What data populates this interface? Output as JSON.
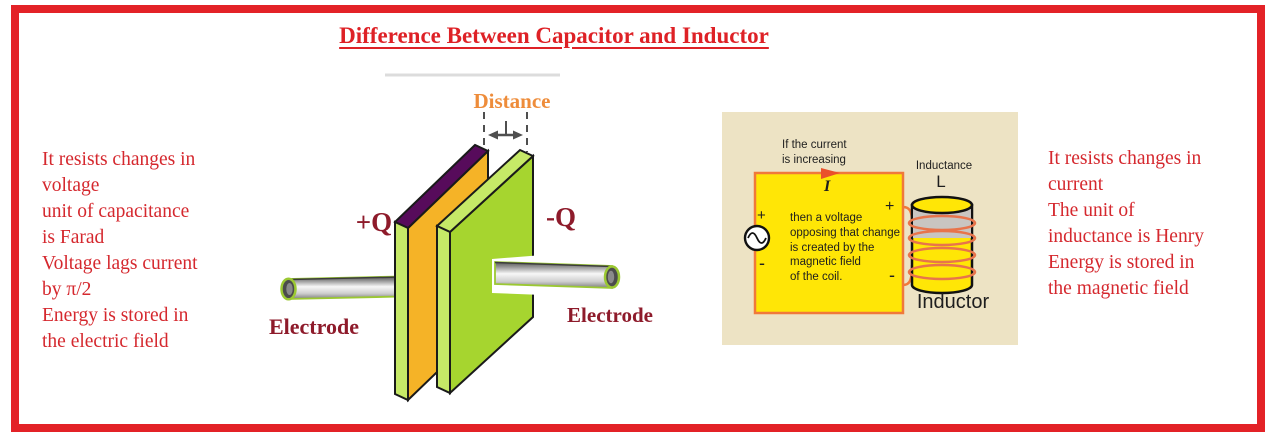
{
  "title": "Difference Between Capacitor and Inductor",
  "capacitor_notes": "It resists changes in\nvoltage\nunit of capacitance\nis Farad\nVoltage lags current\nby π/2\nEnergy is stored in\nthe electric field",
  "inductor_notes": "It resists changes in\ncurrent\nThe unit of\ninductance is Henry\nEnergy is stored in\nthe magnetic field",
  "capacitor": {
    "distance_label": "Distance",
    "positive_charge": "+Q",
    "negative_charge": "-Q",
    "left_electrode_label": "Electrode",
    "right_electrode_label": "Electrode"
  },
  "inductor_circuit": {
    "condition": "If the current\nis increasing",
    "current_symbol": "I",
    "source_plus": "+",
    "source_minus": "-",
    "effect": "then a voltage\nopposing that change\nis created by the\nmagnetic field\nof the coil.",
    "coil_plus": "+",
    "coil_minus": "-",
    "inductance_label": "Inductance",
    "inductance_symbol": "L",
    "inductor_label": "Inductor"
  },
  "colors": {
    "frame_red": "#E32227",
    "title_red": "#DE2126",
    "note_red": "#D5282E",
    "label_maroon": "#8E1B2B",
    "distance_orange": "#EE8C3A",
    "plate_positive_face": "#F5B327",
    "plate_negative_face": "#A6D52F",
    "plate_edge_light_green": "#C6E967",
    "plate_edge_purple": "#570B5B",
    "panel_beige": "#EDE3C4",
    "circuit_yellow": "#FFE606",
    "wire_orange": "#F0793A",
    "coil_orange": "#E8744B"
  }
}
